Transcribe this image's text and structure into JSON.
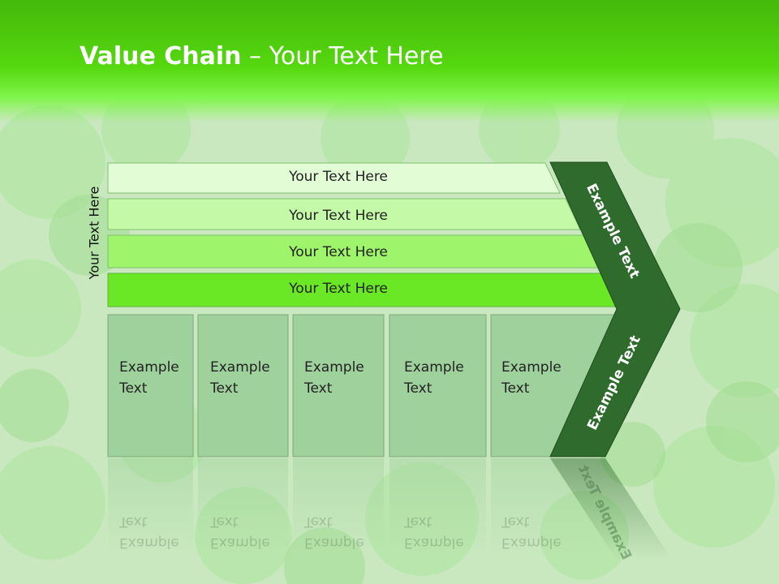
{
  "title": {
    "bold": "Value Chain",
    "rest": " – Your Text Here"
  },
  "side_label": "Your Text Here",
  "bars": [
    {
      "label": "Your Text Here",
      "color": "#e2fcd6"
    },
    {
      "label": "Your Text Here",
      "color": "#c4f9a8"
    },
    {
      "label": "Your Text Here",
      "color": "#9ef46a"
    },
    {
      "label": "Your Text Here",
      "color": "#6be825"
    }
  ],
  "boxes": [
    {
      "line1": "Example",
      "line2": "Text"
    },
    {
      "line1": "Example",
      "line2": "Text"
    },
    {
      "line1": "Example",
      "line2": "Text"
    },
    {
      "line1": "Example",
      "line2": "Text"
    },
    {
      "line1": "Example",
      "line2": "Text"
    }
  ],
  "chevron": {
    "top_label": "Example Text",
    "bottom_label": "Example Text",
    "color": "#2f6b2d"
  },
  "colors": {
    "box_fill": "#9fd19c",
    "header_green": "#55d80f"
  }
}
